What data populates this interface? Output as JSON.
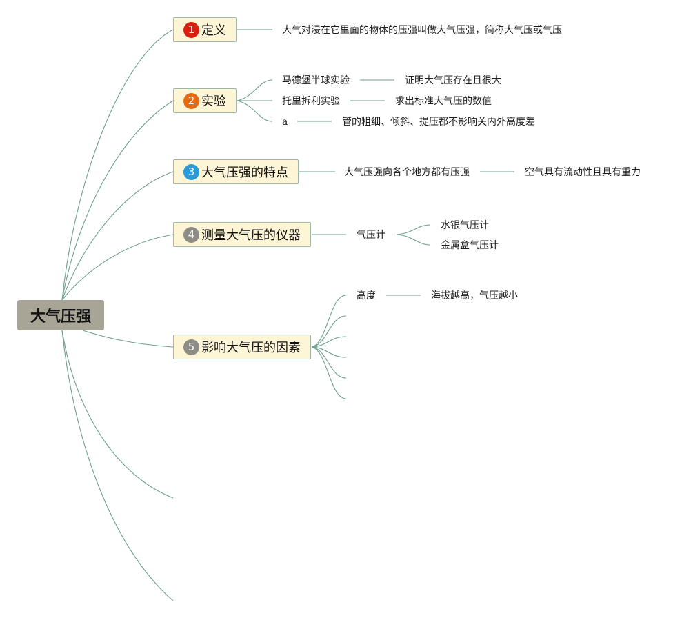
{
  "root": {
    "label": "大气压强"
  },
  "branches": [
    {
      "marker": "1",
      "marker_color": "#d9200f",
      "label": "定义",
      "children": [
        {
          "label": "大气对浸在它里面的物体的压强叫做大气压强，简称大气压或气压"
        }
      ]
    },
    {
      "marker": "2",
      "marker_color": "#e46a14",
      "label": "实验",
      "children": [
        {
          "label": "马德堡半球实验",
          "note": "证明大气压存在且很大"
        },
        {
          "label": "托里拆利实验",
          "note": "求出标准大气压的数值"
        },
        {
          "label": "a",
          "note": "管的粗细、倾斜、提压都不影响关内外高度差"
        }
      ]
    },
    {
      "marker": "3",
      "marker_color": "#2a9ad8",
      "label": "大气压强的特点",
      "children": [
        {
          "label": "大气压强向各个地方都有压强",
          "note": "空气具有流动性且具有重力"
        }
      ]
    },
    {
      "marker": "4",
      "marker_color": "#8e8c86",
      "label": "测量大气压的仪器",
      "children": [
        {
          "label": "气压计",
          "subitems": [
            "水银气压计",
            "金属盒气压计"
          ]
        }
      ]
    },
    {
      "marker": "5",
      "marker_color": "#8e8c86",
      "label": "影响大气压的因素",
      "children": [
        {
          "label": "高度",
          "note": "海拔越高，气压越小"
        }
      ]
    }
  ]
}
